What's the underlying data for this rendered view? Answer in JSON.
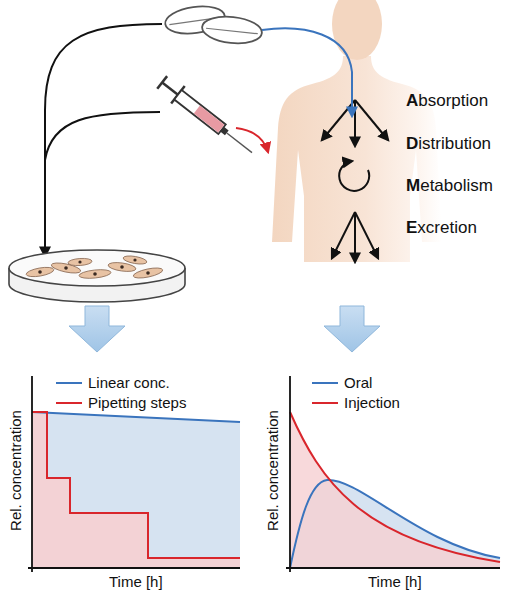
{
  "diagram": {
    "nodes": [
      {
        "text": [
          "Rel. concentration",
          "Time [h]"
        ]
      },
      {
        "text": [
          "Rel. concentration",
          "Time [h]"
        ]
      }
    ],
    "labels": [
      "Absorption",
      "Distribution",
      "Metabolism",
      "Excretion"
    ],
    "legend": [
      {
        "text": "Linear conc."
      },
      {
        "text": "Pipetting steps"
      },
      {
        "text": "Oral"
      },
      {
        "text": "Injection"
      }
    ]
  }
}
